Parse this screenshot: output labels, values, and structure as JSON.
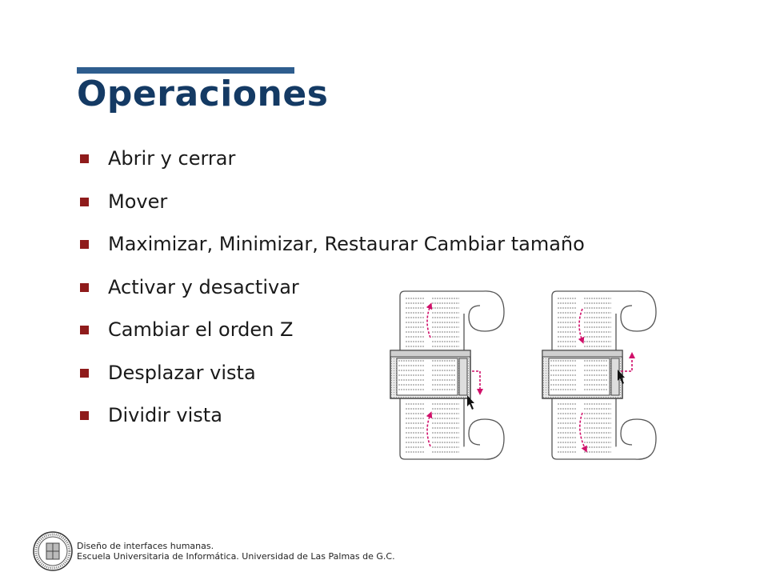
{
  "slide": {
    "title": "Operaciones",
    "bullets": [
      "Abrir y cerrar",
      "Mover",
      "Maximizar, Minimizar, Restaurar Cambiar tamaño",
      "Activar y desactivar",
      "Cambiar el orden Z",
      "Desplazar vista",
      "Dividir vista"
    ],
    "bullet_color": "#8f1b1b",
    "title_color": "#143a64",
    "accent_bar_color": "#2e5d8e",
    "arrow_color": "#d0106a"
  },
  "footer": {
    "line1": "Diseño de interfaces humanas.",
    "line2": "Escuela Universitaria de Informática. Universidad de Las Palmas de G.C."
  },
  "illustration": {
    "icons": [
      "scroll-diagram-icon",
      "scroll-up-arrow-icon",
      "scroll-down-arrow-icon",
      "mouse-cursor-icon"
    ]
  },
  "logo": "university-seal-icon"
}
